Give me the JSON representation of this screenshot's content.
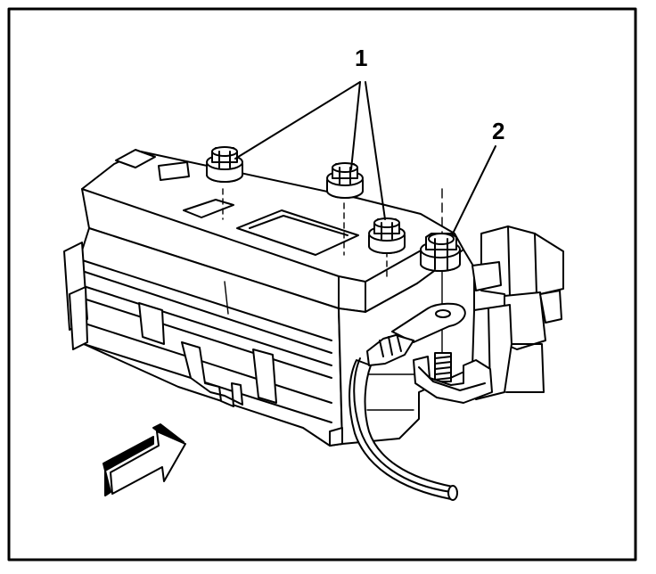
{
  "callouts": {
    "label_1": "1",
    "label_2": "2"
  },
  "parts": {
    "frame": "figure-border",
    "housing": "fuse-block-housing",
    "nuts": [
      "mounting-nut",
      "mounting-nut",
      "mounting-nut"
    ],
    "terminal_nut": "terminal-nut",
    "terminal": "ring-terminal",
    "cable": "battery-cable",
    "arrow": "view-direction-arrow"
  },
  "colors": {
    "line": "#000000",
    "background": "#ffffff"
  }
}
